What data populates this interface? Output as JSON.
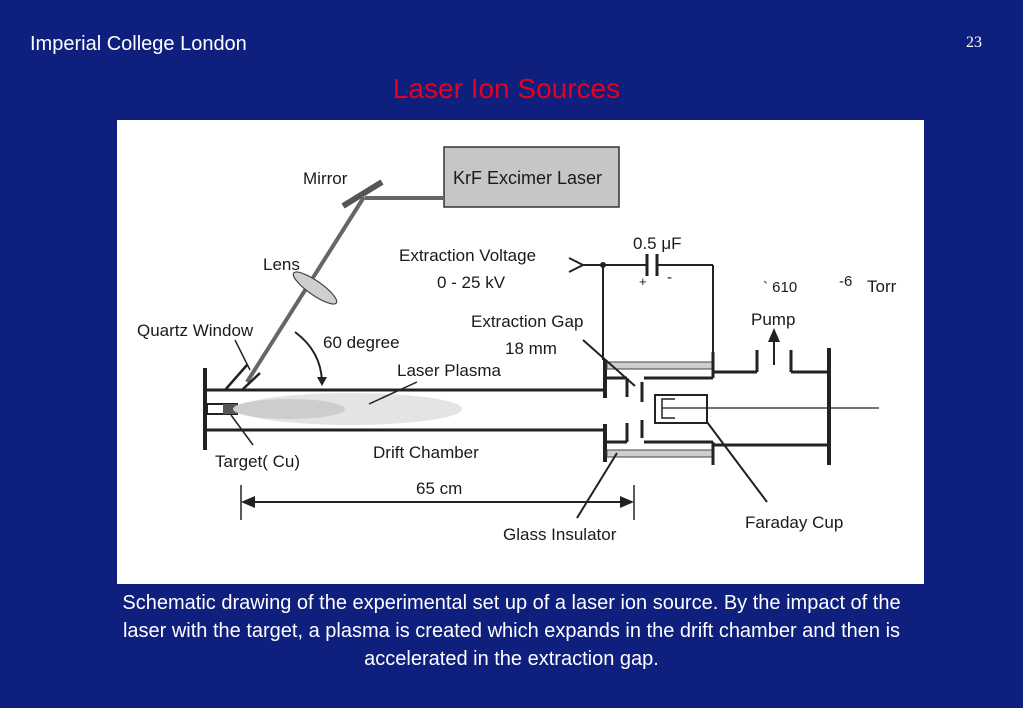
{
  "header": {
    "brand": "Imperial College London",
    "page_number": "23",
    "title": "Laser Ion Sources"
  },
  "diagram": {
    "labels": {
      "mirror": "Mirror",
      "laser": "KrF Excimer Laser",
      "lens": "Lens",
      "quartz_window": "Quartz Window",
      "angle": "60 degree",
      "extraction_voltage": "Extraction Voltage",
      "voltage_range": "0 - 25   kV",
      "capacitor": "0.5 μF",
      "cap_plus": "+",
      "cap_minus": "-",
      "pressure_prefix": "\u0018` 6\u0018\u001810",
      "pressure_exponent": "-6",
      "pressure_unit": "Torr",
      "pump": "Pump",
      "extraction_gap": "Extraction Gap",
      "gap_size": "18  mm",
      "laser_plasma": "Laser Plasma",
      "target": "Target( Cu)",
      "drift_chamber": "Drift Chamber",
      "length": "65  cm",
      "glass_insulator": "Glass Insulator",
      "faraday_cup": "Faraday Cup"
    }
  },
  "caption": "Schematic drawing of the experimental set up of a laser ion source. By the impact of the laser with the target, a plasma is created which expands in the drift chamber and then is accelerated in the extraction gap."
}
